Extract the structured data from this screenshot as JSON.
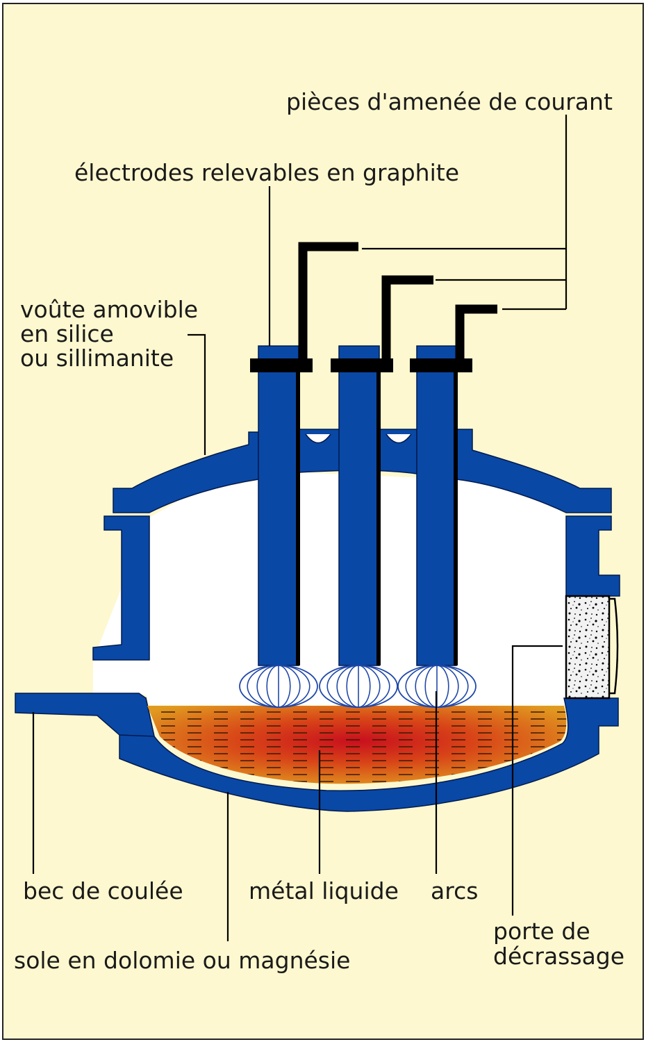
{
  "colors": {
    "background": "#fdf8cf",
    "frame": "#222222",
    "refractory": "#0a48a6",
    "outline": "#001a4d",
    "interior": "#ffffff",
    "conductor": "#000000",
    "arc": "#1f48a8",
    "metal_center": "#c80f1e",
    "metal_mid": "#d84418",
    "metal_edge": "#e09a20",
    "door_fill": "#f2f2f2"
  },
  "labels": {
    "current_leads": "pièces d'amenée de courant",
    "electrodes": "électrodes relevables en graphite",
    "roof_line1": "voûte amovible",
    "roof_line2": "en silice",
    "roof_line3": "ou sillimanite",
    "spout": "bec de coulée",
    "liquid_metal": "métal liquide",
    "arcs": "arcs",
    "hearth": "sole en dolomie ou magnésie",
    "door_line1": "porte de",
    "door_line2": "décrassage"
  }
}
